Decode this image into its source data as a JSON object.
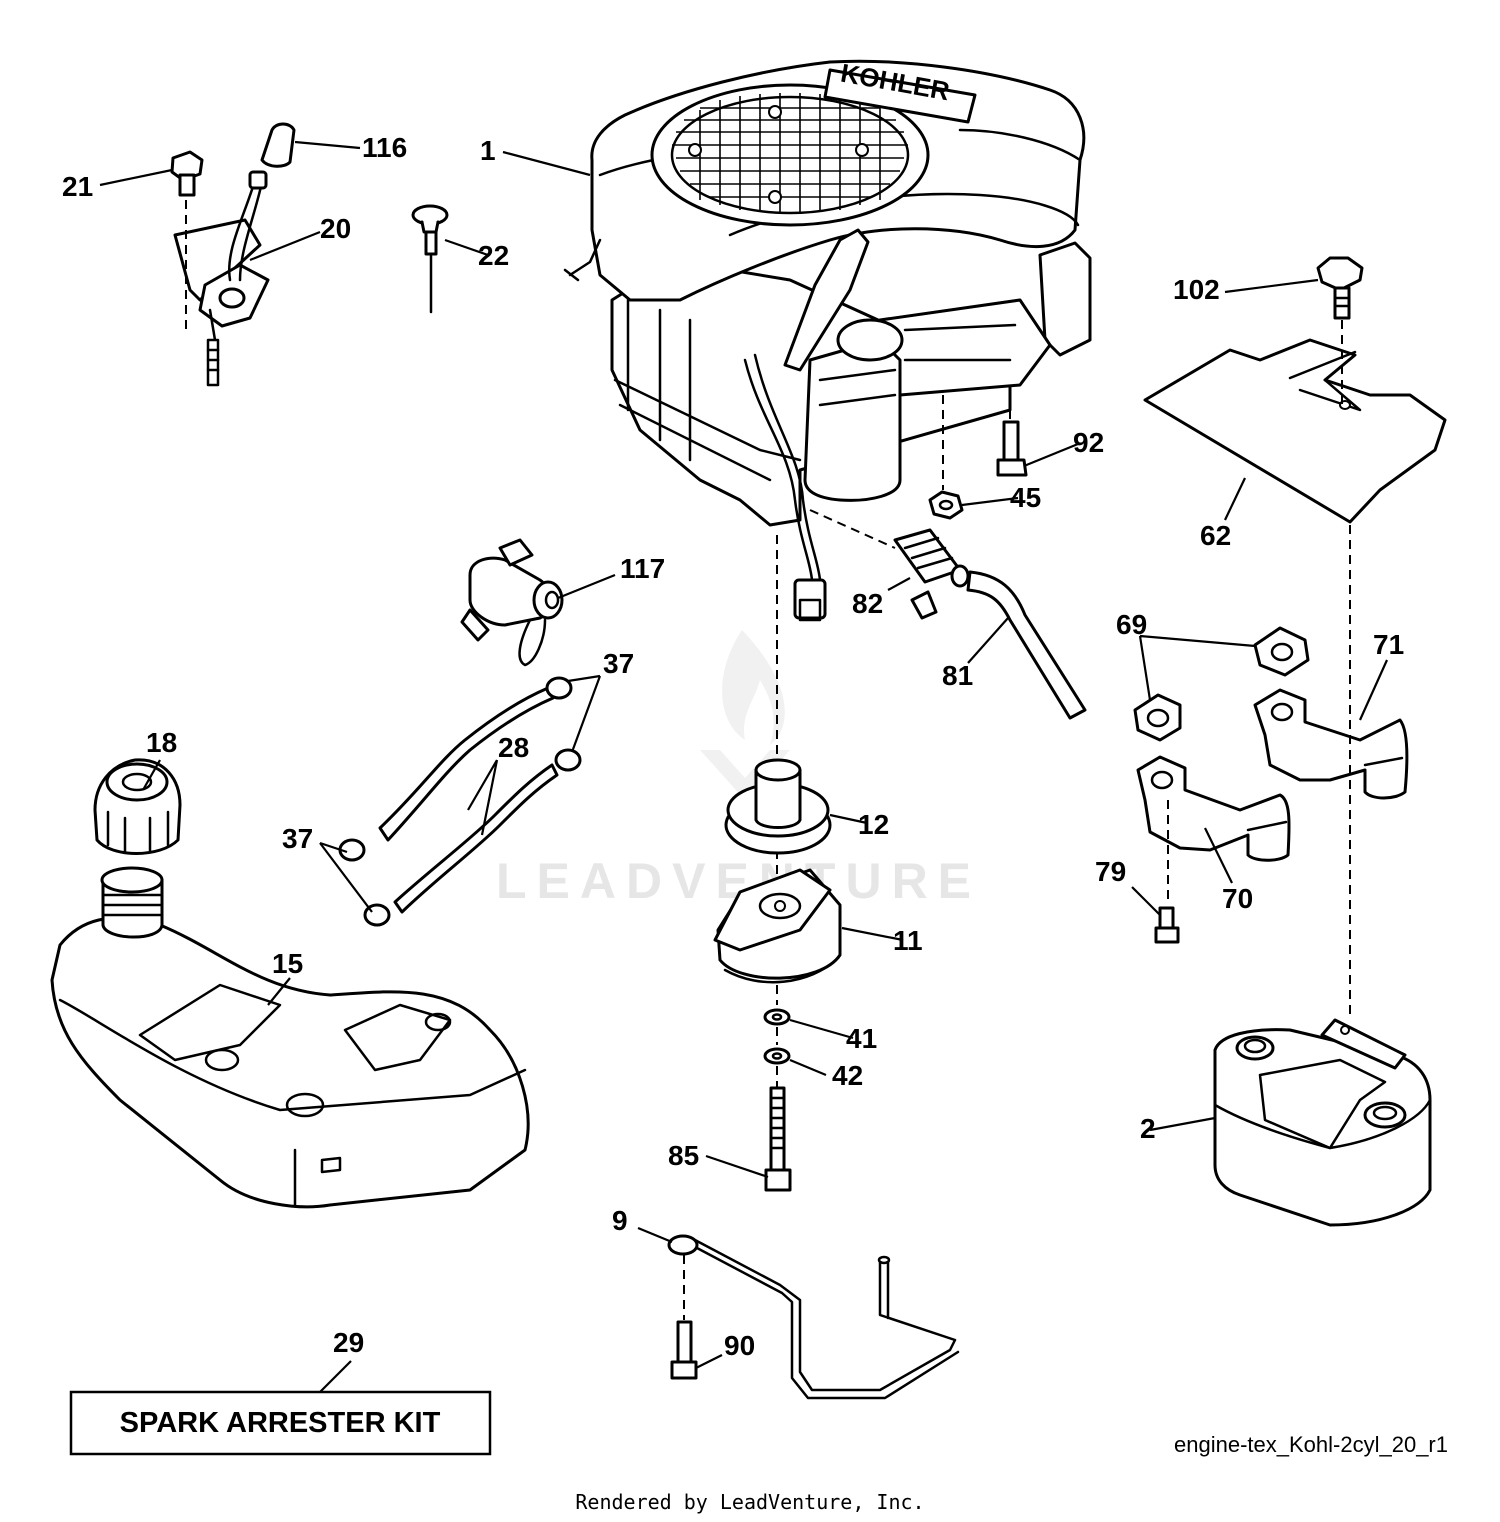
{
  "watermark": "LEADVENTURE",
  "engine_brand": "KOHLER",
  "kit_label": "SPARK ARRESTER KIT",
  "diagram_ref": "engine-tex_Kohl-2cyl_20_r1",
  "render_credit": "Rendered by LeadVenture, Inc.",
  "callouts": {
    "c1": "1",
    "c2": "2",
    "c9": "9",
    "c11": "11",
    "c12": "12",
    "c15": "15",
    "c18": "18",
    "c20": "20",
    "c21": "21",
    "c22": "22",
    "c28": "28",
    "c29": "29",
    "c37a": "37",
    "c37b": "37",
    "c41": "41",
    "c42": "42",
    "c45": "45",
    "c62": "62",
    "c69": "69",
    "c70": "70",
    "c71": "71",
    "c79": "79",
    "c81": "81",
    "c82": "82",
    "c85": "85",
    "c90": "90",
    "c92": "92",
    "c102": "102",
    "c116": "116",
    "c117": "117"
  }
}
